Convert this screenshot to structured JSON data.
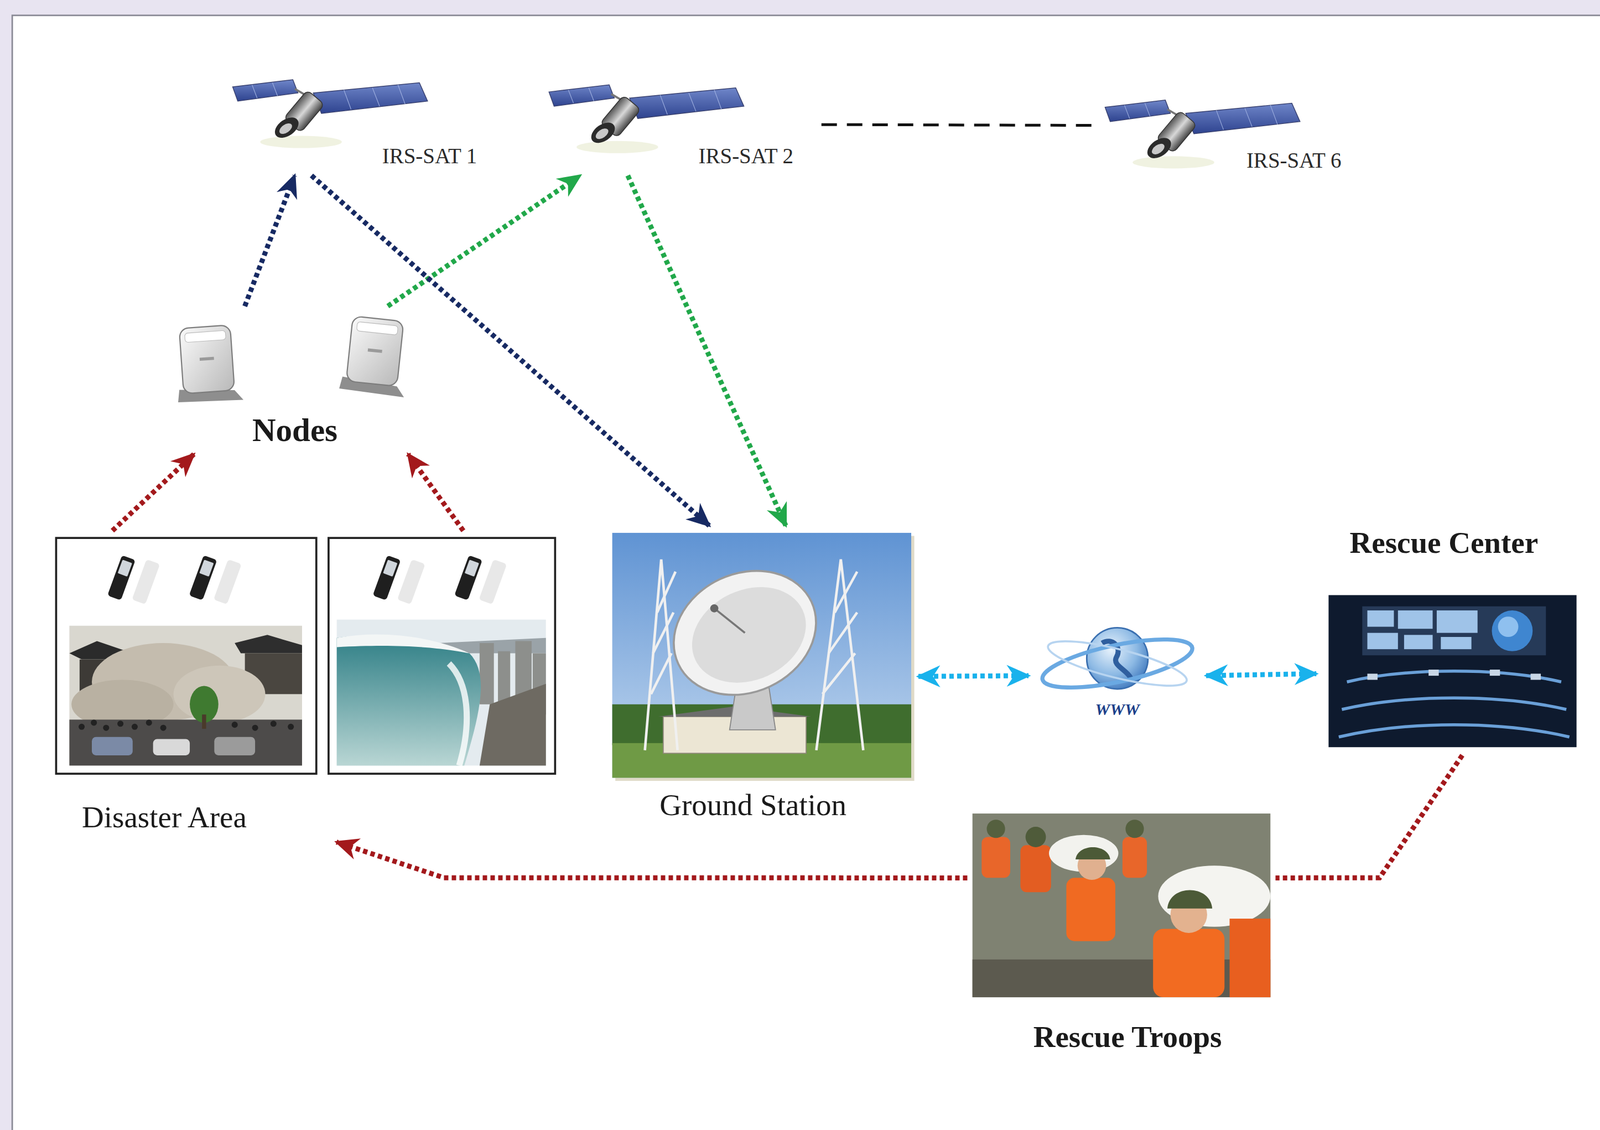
{
  "diagram": {
    "nodes": [
      {
        "text": [
          "IRS-SAT 1"
        ]
      },
      {
        "text": [
          "IRS-SAT 2"
        ]
      },
      {
        "text": [
          "IRS-SAT 6"
        ]
      },
      {
        "text": [
          "Nodes"
        ]
      },
      {
        "text": [
          "Disaster Area"
        ]
      },
      {
        "text": [
          "Ground Station"
        ]
      },
      {
        "text": [
          "WWW"
        ]
      },
      {
        "text": [
          "Rescue Center"
        ]
      },
      {
        "text": [
          "Rescue Troops"
        ]
      }
    ],
    "edges": [
      {
        "from": 4,
        "to": 3,
        "arrow": "to"
      },
      {
        "from": 4,
        "to": 3,
        "arrow": "to"
      },
      {
        "from": 3,
        "to": 0,
        "arrow": "to"
      },
      {
        "from": 3,
        "to": 1,
        "arrow": "to"
      },
      {
        "from": 0,
        "to": 5,
        "arrow": "to"
      },
      {
        "from": 1,
        "to": 5,
        "arrow": "to"
      },
      {
        "from": 1,
        "to": 2,
        "arrow": "none"
      },
      {
        "from": 5,
        "to": 6,
        "arrow": "both"
      },
      {
        "from": 6,
        "to": 7,
        "arrow": "both"
      },
      {
        "from": 7,
        "to": 8,
        "arrow": "none"
      },
      {
        "from": 8,
        "to": 4,
        "arrow": "to"
      }
    ]
  }
}
